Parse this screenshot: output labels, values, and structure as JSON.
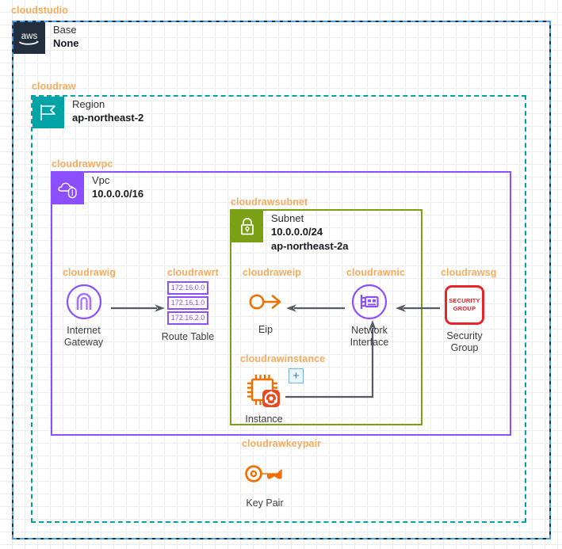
{
  "diagram": {
    "title": "cloudstudio",
    "colors": {
      "tag": "#f6ab5e",
      "base_border": "#232f3e",
      "selection": "#4a9eee",
      "region": "#00a4a6",
      "vpc": "#8c4fff",
      "subnet": "#7aa116",
      "security_group": "#e7242a",
      "orange": "#ed7100",
      "arrow": "#545b64"
    }
  },
  "base": {
    "tag": "cloudstudio",
    "icon": "aws-logo-icon",
    "title": "Base",
    "value": "None"
  },
  "region": {
    "tag": "cloudraw",
    "icon": "region-flag-icon",
    "title": "Region",
    "value": "ap-northeast-2"
  },
  "vpc": {
    "tag": "cloudrawvpc",
    "icon": "vpc-cloud-icon",
    "title": "Vpc",
    "value": "10.0.0.0/16"
  },
  "subnet": {
    "tag": "cloudrawsubnet",
    "icon": "subnet-lock-icon",
    "title": "Subnet",
    "cidr": "10.0.0.0/24",
    "az": "ap-northeast-2a"
  },
  "nodes": {
    "internet_gateway": {
      "tag": "cloudrawig",
      "icon": "internet-gateway-icon",
      "label": "Internet\nGateway"
    },
    "route_table": {
      "tag": "cloudrawrt",
      "icon": "route-table-icon",
      "label": "Route Table",
      "routes": [
        "172.16.0.0",
        "172.16.1.0",
        "172.16.2.0"
      ]
    },
    "eip": {
      "tag": "cloudraweip",
      "icon": "elastic-ip-icon",
      "label": "Eip"
    },
    "network_interface": {
      "tag": "cloudrawnic",
      "icon": "network-interface-icon",
      "label": "Network\nInterface"
    },
    "security_group": {
      "tag": "cloudrawsg",
      "icon": "security-group-icon",
      "badge_line1": "SECURITY",
      "badge_line2": "GROUP",
      "label": "Security\nGroup"
    },
    "instance": {
      "tag": "cloudrawinstance",
      "icon": "ec2-instance-icon",
      "label": "Instance",
      "add_button": "+"
    },
    "key_pair": {
      "tag": "cloudrawkeypair",
      "icon": "key-pair-icon",
      "label": "Key Pair"
    }
  }
}
